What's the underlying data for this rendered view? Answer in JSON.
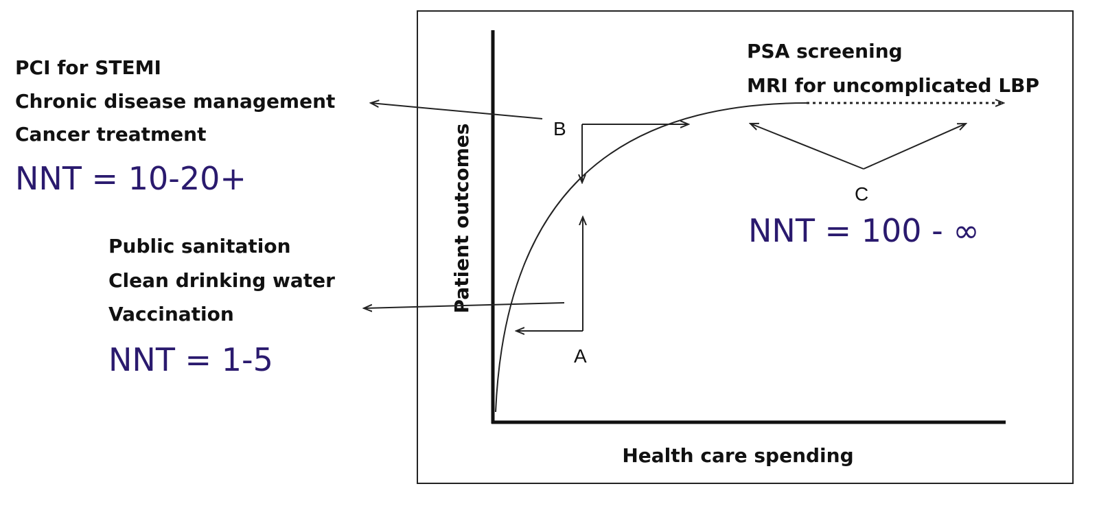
{
  "axes": {
    "x_label": "Health care spending",
    "y_label": "Patient outcomes"
  },
  "groups": {
    "a": {
      "marker": "A",
      "items": [
        "Public sanitation",
        "Clean drinking water",
        "Vaccination"
      ],
      "nnt": "NNT = 1-5"
    },
    "b": {
      "marker": "B",
      "items": [
        "PCI for STEMI",
        "Chronic disease management",
        "Cancer treatment"
      ],
      "nnt": "NNT = 10-20+"
    },
    "c": {
      "marker": "C",
      "items": [
        "PSA screening",
        "MRI for uncomplicated LBP"
      ],
      "nnt": "NNT = 100 - ∞"
    }
  },
  "colors": {
    "nnt_text": "#2a1a6e",
    "line": "#222222"
  }
}
